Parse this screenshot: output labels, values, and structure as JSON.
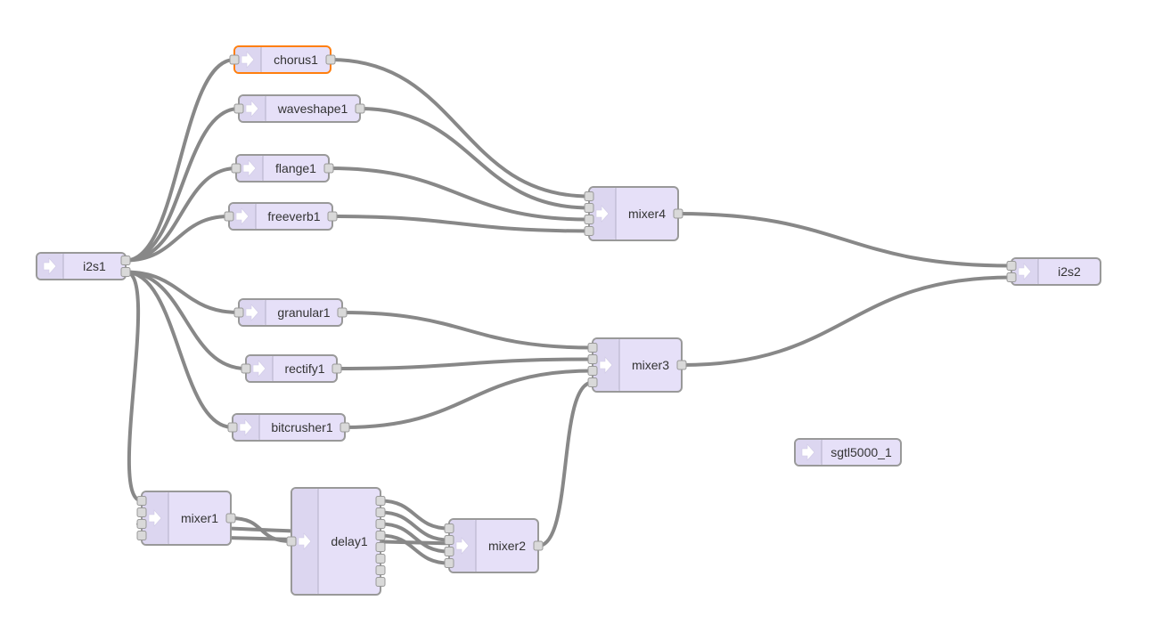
{
  "colors": {
    "node_fill": "#e6e0f8",
    "node_border": "#999999",
    "selected_border": "#ff7f0e",
    "wire": "#888888",
    "port": "#d9d9d9"
  },
  "nodes": [
    {
      "id": "i2s1",
      "label": "i2s1",
      "inputs": 0,
      "outputs": 2,
      "icon": "arrow-right-icon"
    },
    {
      "id": "chorus1",
      "label": "chorus1",
      "inputs": 1,
      "outputs": 1,
      "selected": true,
      "icon": "arrow-right-icon"
    },
    {
      "id": "waveshape1",
      "label": "waveshape1",
      "inputs": 1,
      "outputs": 1,
      "icon": "arrow-right-icon"
    },
    {
      "id": "flange1",
      "label": "flange1",
      "inputs": 1,
      "outputs": 1,
      "icon": "arrow-right-icon"
    },
    {
      "id": "freeverb1",
      "label": "freeverb1",
      "inputs": 1,
      "outputs": 1,
      "icon": "arrow-right-icon"
    },
    {
      "id": "granular1",
      "label": "granular1",
      "inputs": 1,
      "outputs": 1,
      "icon": "arrow-right-icon"
    },
    {
      "id": "rectify1",
      "label": "rectify1",
      "inputs": 1,
      "outputs": 1,
      "icon": "arrow-right-icon"
    },
    {
      "id": "bitcrusher1",
      "label": "bitcrusher1",
      "inputs": 1,
      "outputs": 1,
      "icon": "arrow-right-icon"
    },
    {
      "id": "mixer4",
      "label": "mixer4",
      "inputs": 4,
      "outputs": 1,
      "icon": "arrow-right-icon"
    },
    {
      "id": "mixer3",
      "label": "mixer3",
      "inputs": 4,
      "outputs": 1,
      "icon": "arrow-right-icon"
    },
    {
      "id": "i2s2",
      "label": "i2s2",
      "inputs": 2,
      "outputs": 0,
      "icon": "arrow-right-icon"
    },
    {
      "id": "sgtl5000_1",
      "label": "sgtl5000_1",
      "inputs": 0,
      "outputs": 0,
      "icon": "arrow-right-icon"
    },
    {
      "id": "mixer1",
      "label": "mixer1",
      "inputs": 4,
      "outputs": 1,
      "icon": "arrow-right-icon"
    },
    {
      "id": "delay1",
      "label": "delay1",
      "inputs": 1,
      "outputs": 8,
      "icon": "arrow-right-icon"
    },
    {
      "id": "mixer2",
      "label": "mixer2",
      "inputs": 4,
      "outputs": 1,
      "icon": "arrow-right-icon"
    }
  ],
  "wires": [
    {
      "from": "i2s1",
      "from_port": 0,
      "to": "chorus1",
      "to_port": 0
    },
    {
      "from": "i2s1",
      "from_port": 0,
      "to": "waveshape1",
      "to_port": 0
    },
    {
      "from": "i2s1",
      "from_port": 0,
      "to": "flange1",
      "to_port": 0
    },
    {
      "from": "i2s1",
      "from_port": 0,
      "to": "freeverb1",
      "to_port": 0
    },
    {
      "from": "i2s1",
      "from_port": 1,
      "to": "granular1",
      "to_port": 0
    },
    {
      "from": "i2s1",
      "from_port": 1,
      "to": "rectify1",
      "to_port": 0
    },
    {
      "from": "i2s1",
      "from_port": 1,
      "to": "bitcrusher1",
      "to_port": 0
    },
    {
      "from": "i2s1",
      "from_port": 1,
      "to": "mixer1",
      "to_port": 0
    },
    {
      "from": "chorus1",
      "from_port": 0,
      "to": "mixer4",
      "to_port": 0
    },
    {
      "from": "waveshape1",
      "from_port": 0,
      "to": "mixer4",
      "to_port": 1
    },
    {
      "from": "flange1",
      "from_port": 0,
      "to": "mixer4",
      "to_port": 2
    },
    {
      "from": "freeverb1",
      "from_port": 0,
      "to": "mixer4",
      "to_port": 3
    },
    {
      "from": "granular1",
      "from_port": 0,
      "to": "mixer3",
      "to_port": 0
    },
    {
      "from": "rectify1",
      "from_port": 0,
      "to": "mixer3",
      "to_port": 1
    },
    {
      "from": "bitcrusher1",
      "from_port": 0,
      "to": "mixer3",
      "to_port": 2
    },
    {
      "from": "mixer2",
      "from_port": 0,
      "to": "mixer3",
      "to_port": 3
    },
    {
      "from": "mixer4",
      "from_port": 0,
      "to": "i2s2",
      "to_port": 0
    },
    {
      "from": "mixer3",
      "from_port": 0,
      "to": "i2s2",
      "to_port": 1
    },
    {
      "from": "mixer1",
      "from_port": 0,
      "to": "delay1",
      "to_port": 0
    },
    {
      "from": "delay1",
      "from_port": 0,
      "to": "mixer2",
      "to_port": 0
    },
    {
      "from": "delay1",
      "from_port": 1,
      "to": "mixer2",
      "to_port": 1
    },
    {
      "from": "delay1",
      "from_port": 2,
      "to": "mixer2",
      "to_port": 2
    },
    {
      "from": "delay1",
      "from_port": 3,
      "to": "mixer2",
      "to_port": 3
    },
    {
      "from": "mixer2",
      "from_port": 0,
      "to": "mixer1",
      "to_port": 3
    },
    {
      "from": "delay1",
      "from_port": 3,
      "to": "mixer1",
      "to_port": 2
    }
  ]
}
